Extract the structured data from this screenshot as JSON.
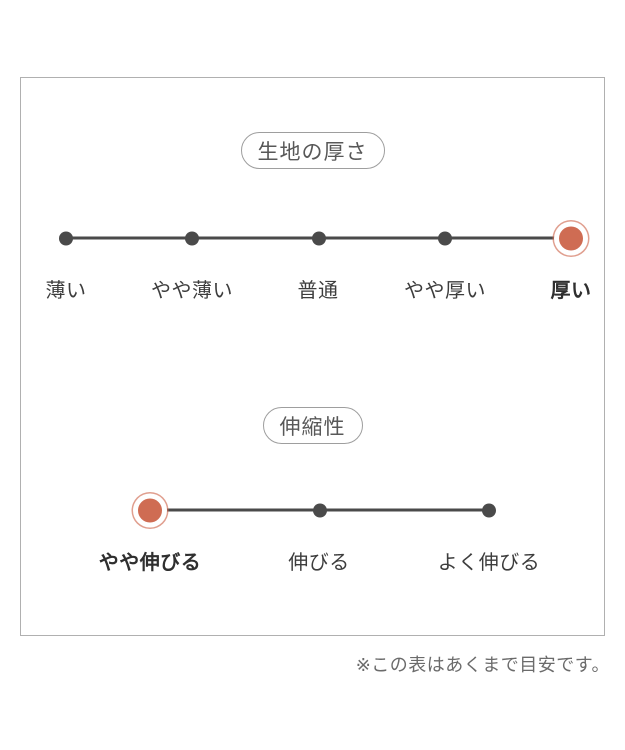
{
  "page": {
    "footnote": "※この表はあくまで目安です。"
  },
  "chart_data": [
    {
      "type": "line",
      "title": "生地の厚さ",
      "categories": [
        "薄い",
        "やや薄い",
        "普通",
        "やや厚い",
        "厚い"
      ],
      "selected": "厚い",
      "selected_index": 4,
      "num_levels": 5,
      "legend_position": "none",
      "grid": false
    },
    {
      "type": "line",
      "title": "伸縮性",
      "categories": [
        "やや伸びる",
        "伸びる",
        "よく伸びる"
      ],
      "selected": "やや伸びる",
      "selected_index": 0,
      "num_levels": 3,
      "legend_position": "none",
      "grid": false
    }
  ],
  "colors": {
    "accent": "#cf6c53",
    "dot": "#4a4a4a",
    "frame_border": "#b0b0b0",
    "label_text": "#3d3d3d",
    "footnote_text": "#6b6b6b"
  }
}
